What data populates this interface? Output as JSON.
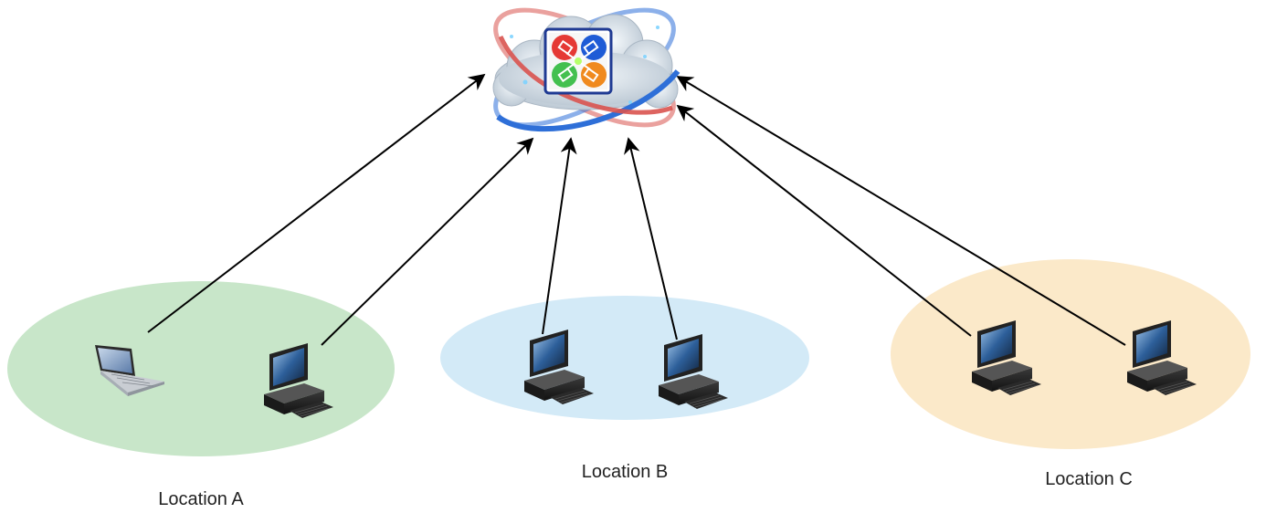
{
  "diagram": {
    "hub": {
      "name": "cloud-server"
    },
    "locations": [
      {
        "id": "A",
        "label": "Location A",
        "color": "#c8e6c9",
        "devices": [
          "laptop",
          "desktop"
        ]
      },
      {
        "id": "B",
        "label": "Location B",
        "color": "#d3eaf7",
        "devices": [
          "desktop",
          "desktop"
        ]
      },
      {
        "id": "C",
        "label": "Location C",
        "color": "#fbe9c9",
        "devices": [
          "desktop",
          "desktop"
        ]
      }
    ],
    "colors": {
      "arrow": "#000000",
      "ring_red": "#d9534f",
      "ring_blue": "#2e6fd8",
      "tile_frame": "#1f3a93"
    }
  }
}
